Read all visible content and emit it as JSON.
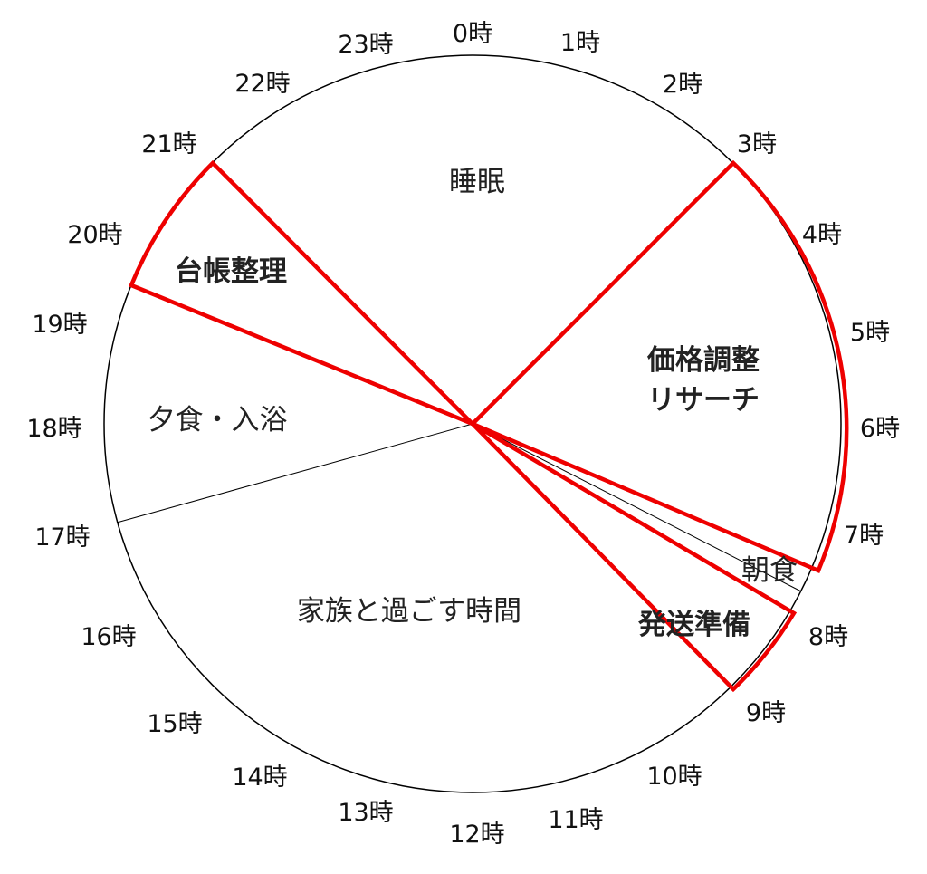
{
  "hour_labels": [
    "0時",
    "1時",
    "2時",
    "3時",
    "4時",
    "5時",
    "6時",
    "7時",
    "8時",
    "9時",
    "10時",
    "11時",
    "12時",
    "13時",
    "14時",
    "15時",
    "16時",
    "17時",
    "18時",
    "19時",
    "20時",
    "21時",
    "22時",
    "23時"
  ],
  "activities": {
    "sleep": "睡眠",
    "ledger": "台帳整理",
    "price_line1": "価格調整",
    "price_line2": "リサーチ",
    "dinner_bath": "夕食・入浴",
    "breakfast": "朝食",
    "family_time": "家族と過ごす時間",
    "shipping": "発送準備"
  },
  "colors": {
    "highlight": "#ee0000",
    "outline": "#000000",
    "text": "#222222"
  }
}
